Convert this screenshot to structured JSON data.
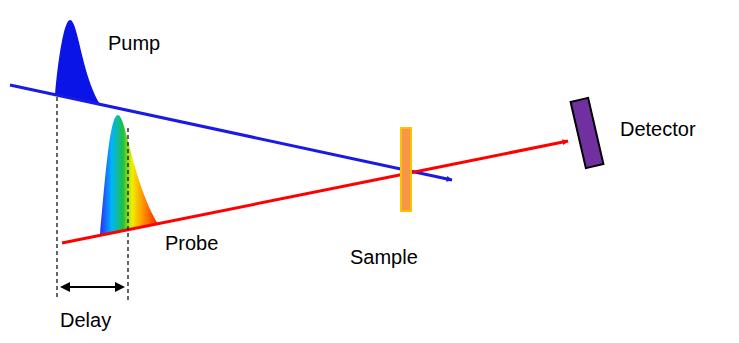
{
  "diagram": {
    "nodes": [
      {
        "text": [
          "Sample"
        ]
      },
      {
        "text": [
          "Detector"
        ]
      }
    ],
    "edges": [
      {
        "from": 0,
        "to": 1,
        "arrow": "to"
      }
    ],
    "labels": [
      "Pump",
      "Probe",
      "Delay"
    ]
  }
}
